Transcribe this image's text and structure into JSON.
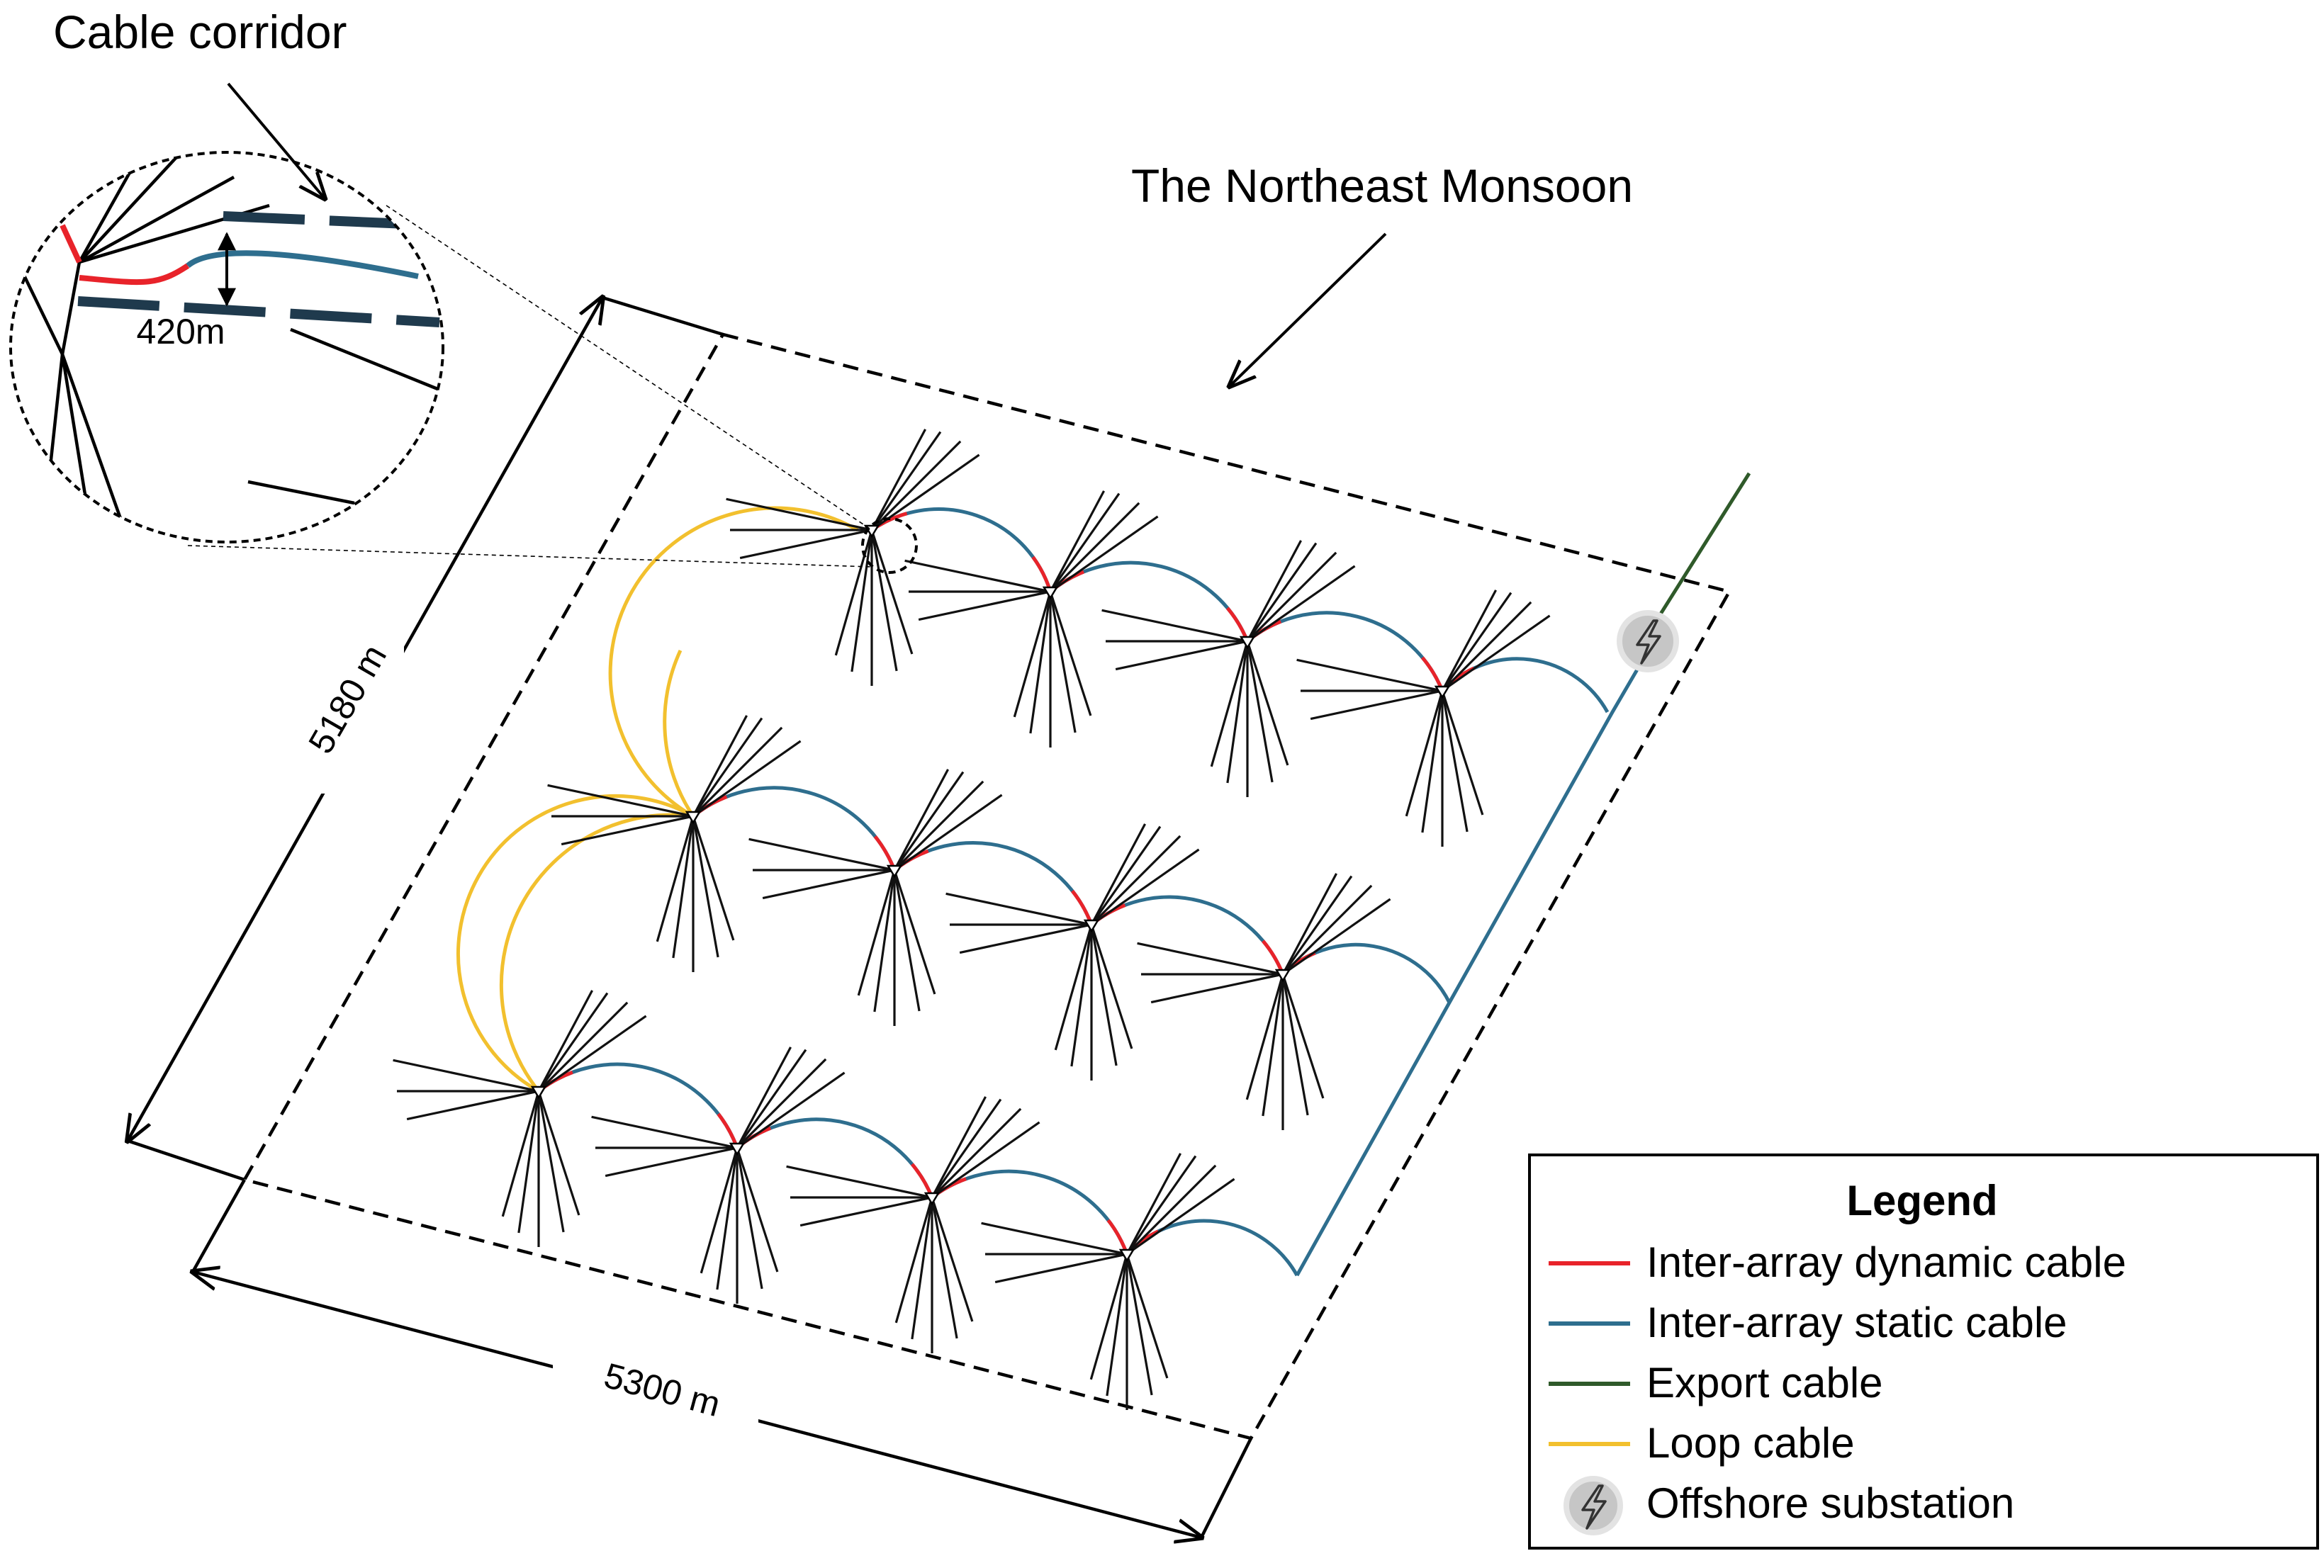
{
  "labels": {
    "cable_corridor": "Cable corridor",
    "corridor_width": "420m",
    "monsoon": "The Northeast Monsoon",
    "height_dim": "5180 m",
    "width_dim": "5300 m"
  },
  "legend": {
    "title": "Legend",
    "items": [
      {
        "label": "Inter-array dynamic cable",
        "color": "#e8232a",
        "symbol": "line"
      },
      {
        "label": "Inter-array static cable",
        "color": "#2e6e8e",
        "symbol": "line"
      },
      {
        "label": "Export cable",
        "color": "#2f5a2a",
        "symbol": "line"
      },
      {
        "label": "Loop cable",
        "color": "#f2c02e",
        "symbol": "line"
      },
      {
        "label": "Offshore substation",
        "color": "#c8c8c8",
        "symbol": "substation-icon"
      }
    ]
  },
  "colors": {
    "dynamic": "#e8232a",
    "static": "#2e6e8e",
    "export": "#2f5a2a",
    "loop": "#f2c02e",
    "mooring": "#111111",
    "corridor": "#1f3a4d"
  },
  "layout_info": {
    "rows": 3,
    "turbines_per_row": 4
  }
}
